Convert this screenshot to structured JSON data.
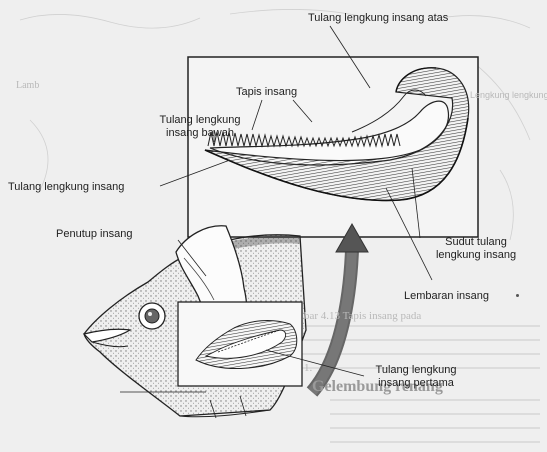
{
  "labels": {
    "upper_arch": "Tulang lengkung insang atas",
    "rakers": "Tapis insang",
    "lower_arch_l1": "Tulang lengkung",
    "lower_arch_l2": "insang bawah",
    "gill_arch": "Tulang lengkung insang",
    "operculum": "Penutup insang",
    "angle_l1": "Sudut tulang",
    "angle_l2": "lengkung insang",
    "filaments": "Lembaran insang",
    "first_arch_l1": "Tulang lengkung",
    "first_arch_l2": "insang pertama"
  },
  "background_text": {
    "left_margin": "Lamb",
    "small_label": "Lengkung lengkung",
    "caption_fragment": "bar 4.13 Tapis insang pada",
    "heading": "Gelembung renang",
    "heading_prefix": "1."
  },
  "colors": {
    "ink": "#222222",
    "paper": "#efefef",
    "faint_text": "#b9b9b9"
  }
}
